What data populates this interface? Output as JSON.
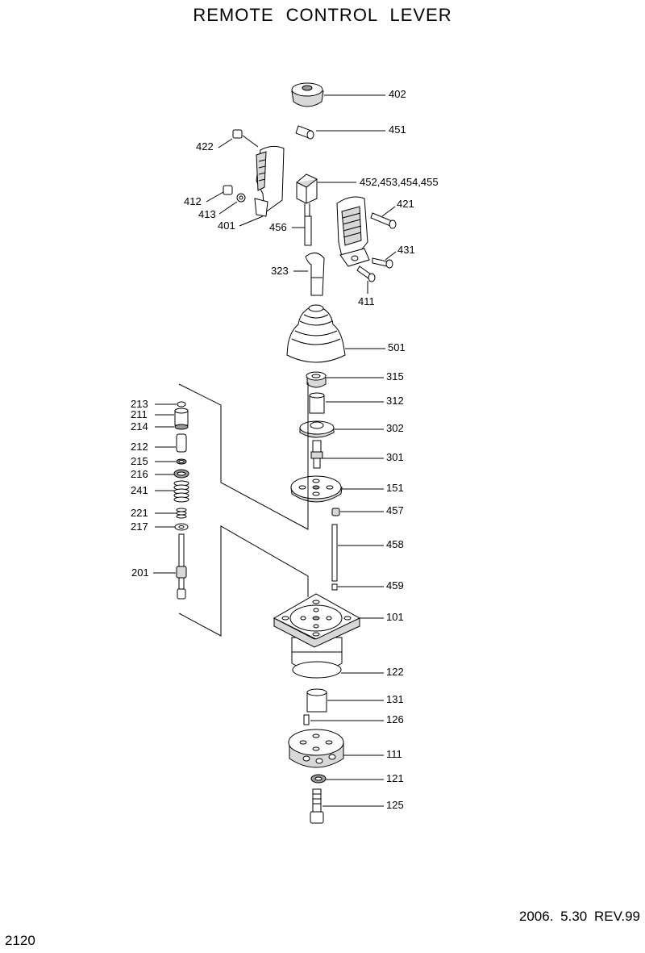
{
  "title": "REMOTE  CONTROL  LEVER",
  "revision": "2006. 5.30  REV.99",
  "page_number": "2120",
  "labels": {
    "p402": "402",
    "p451": "451",
    "p422": "422",
    "p452": "452,453,454,455",
    "p421": "421",
    "p412": "412",
    "p413": "413",
    "p401": "401",
    "p456": "456",
    "p431": "431",
    "p323": "323",
    "p411": "411",
    "p501": "501",
    "p315": "315",
    "p312": "312",
    "p302": "302",
    "p301": "301",
    "p151": "151",
    "p457": "457",
    "p458": "458",
    "p459": "459",
    "p101": "101",
    "p122": "122",
    "p131": "131",
    "p126": "126",
    "p111": "111",
    "p121": "121",
    "p125": "125",
    "p213": "213",
    "p211": "211",
    "p214": "214",
    "p212": "212",
    "p215": "215",
    "p216": "216",
    "p241": "241",
    "p221": "221",
    "p217": "217",
    "p201": "201"
  }
}
